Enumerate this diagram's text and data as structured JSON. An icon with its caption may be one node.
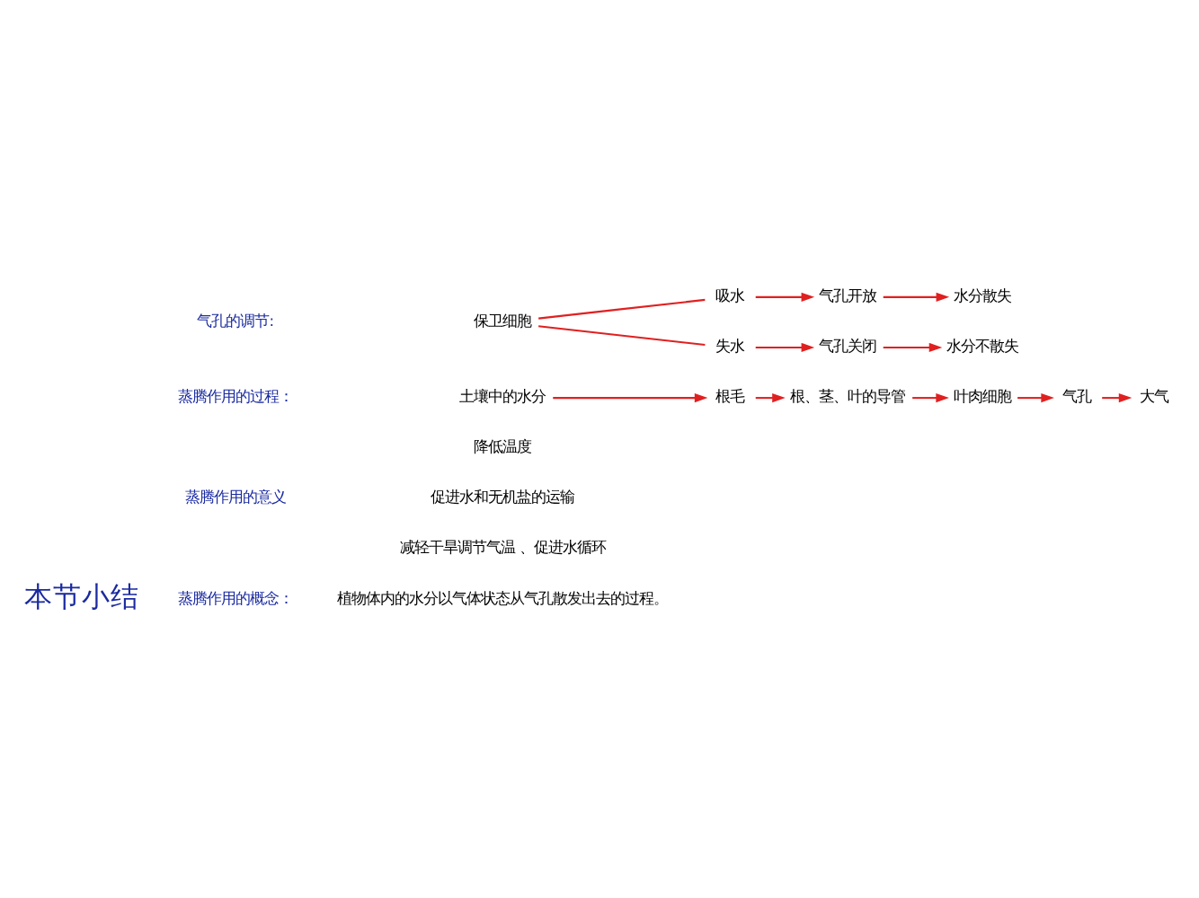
{
  "diagram": {
    "nodes": [
      {
        "text": [
          "保卫细胞"
        ]
      },
      {
        "text": [
          "吸水"
        ]
      },
      {
        "text": [
          "失水"
        ]
      },
      {
        "text": [
          "气孔开放"
        ]
      },
      {
        "text": [
          "水分散失"
        ]
      },
      {
        "text": [
          "气孔关闭"
        ]
      },
      {
        "text": [
          "水分不散失"
        ]
      },
      {
        "text": [
          "土壤中的水分"
        ]
      },
      {
        "text": [
          "根毛"
        ]
      },
      {
        "text": [
          "根、茎、叶的导管"
        ]
      },
      {
        "text": [
          "叶肉细胞"
        ]
      },
      {
        "text": [
          "气孔"
        ]
      },
      {
        "text": [
          "大气"
        ]
      }
    ],
    "edges": [
      {
        "from": 0,
        "to": 1,
        "arrow": "none"
      },
      {
        "from": 0,
        "to": 2,
        "arrow": "none"
      },
      {
        "from": 1,
        "to": 3,
        "arrow": "to"
      },
      {
        "from": 3,
        "to": 4,
        "arrow": "to"
      },
      {
        "from": 2,
        "to": 5,
        "arrow": "to"
      },
      {
        "from": 5,
        "to": 6,
        "arrow": "to"
      },
      {
        "from": 7,
        "to": 8,
        "arrow": "to"
      },
      {
        "from": 8,
        "to": 9,
        "arrow": "to"
      },
      {
        "from": 9,
        "to": 10,
        "arrow": "to"
      },
      {
        "from": 10,
        "to": 11,
        "arrow": "to"
      },
      {
        "from": 11,
        "to": 12,
        "arrow": "to"
      }
    ],
    "labels": [
      "本节小结",
      "蒸腾作用的概念：",
      "植物体内的水分以气体状态从气孔散发出去的过程。",
      "气孔的调节:",
      "蒸腾作用的过程：",
      "蒸腾作用的意义",
      "降低温度",
      "促进水和无机盐的运输",
      "减轻干旱调节气温 、促进水循环"
    ]
  }
}
